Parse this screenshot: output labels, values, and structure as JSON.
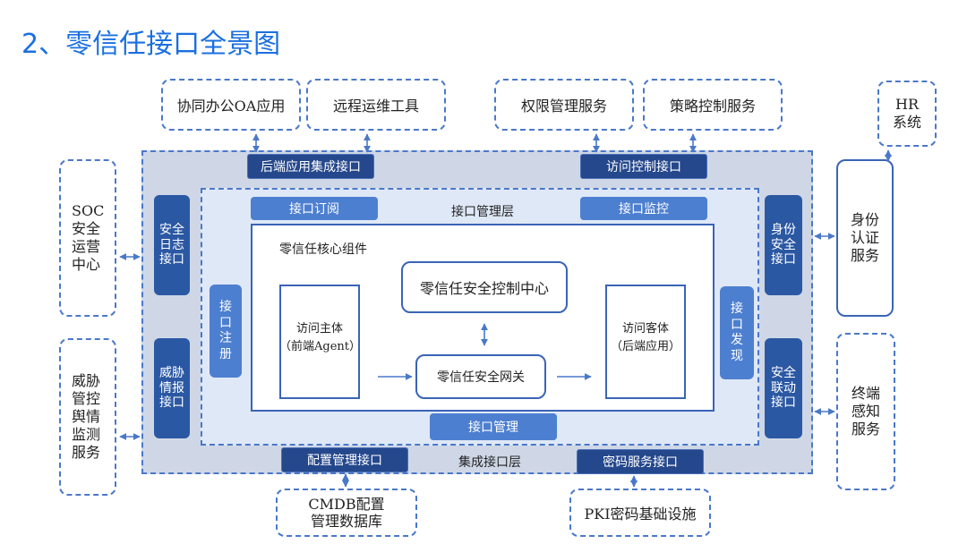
{
  "title": "2、零信任接口全景图",
  "top_boxes": {
    "oa": "协同办公OA应用",
    "ops": "远程运维工具",
    "perm": "权限管理服务",
    "policy": "策略控制服务",
    "hr": "HR\n系统"
  },
  "left_boxes": {
    "soc": "SOC\n安全\n运营\n中心",
    "threat": "威胁\n管控\n舆情\n监测\n服务"
  },
  "right_boxes": {
    "auth": "身份\n认证\n服务",
    "terminal": "终端\n感知\n服务"
  },
  "bottom_boxes": {
    "cmdb": "CMDB配置\n管理数据库",
    "pki": "PKI密码基础设施"
  },
  "integration_layer": {
    "label": "集成接口层",
    "backend_app_interface": "后端应用集成接口",
    "access_control_interface": "访问控制接口",
    "config_interface": "配置管理接口",
    "crypto_interface": "密码服务接口",
    "security_log_interface": "安全\n日志\n接口",
    "threat_intel_interface": "威胁\n情报\n接口",
    "identity_security_interface": "身份\n安全\n接口",
    "security_linkage_interface": "安全\n联动\n接口"
  },
  "management_layer": {
    "label": "接口管理层",
    "subscribe": "接口订阅",
    "monitor": "接口监控",
    "manage": "接口管理",
    "register": "接\n口\n注\n册",
    "discover": "接\n口\n发\n现"
  },
  "core": {
    "label": "零信任核心组件",
    "control_center": "零信任安全控制中心",
    "subject": "访问主体\n（前端Agent）",
    "gateway": "零信任安全网关",
    "object": "访问客体\n（后端应用）"
  }
}
